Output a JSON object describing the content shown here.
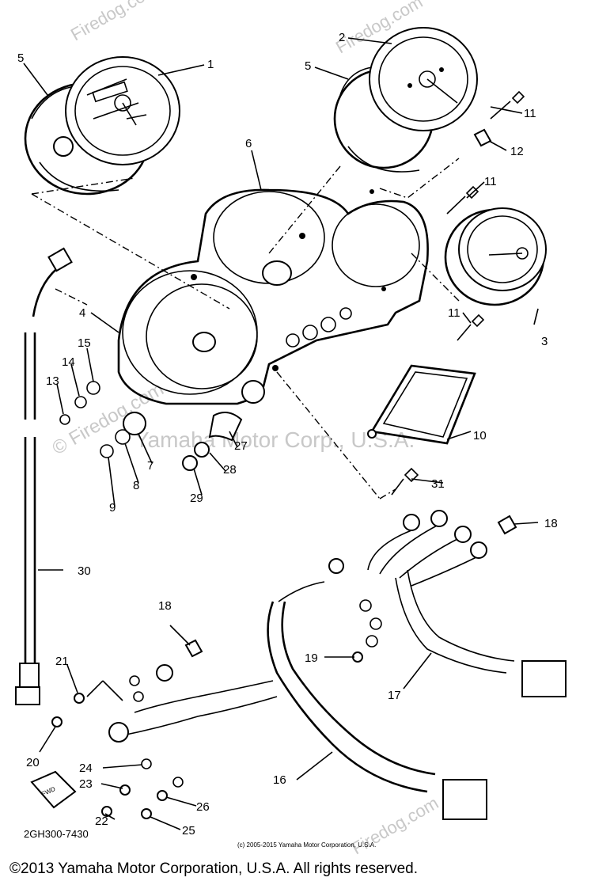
{
  "diagram": {
    "part_numbers": [
      "1",
      "2",
      "3",
      "4",
      "5",
      "5",
      "6",
      "7",
      "8",
      "9",
      "10",
      "11",
      "11",
      "11",
      "12",
      "13",
      "14",
      "15",
      "16",
      "17",
      "18",
      "18",
      "19",
      "20",
      "21",
      "22",
      "23",
      "24",
      "25",
      "26",
      "27",
      "28",
      "29",
      "30",
      "31"
    ],
    "fwd_label": "FWD",
    "diagram_code": "2GH300-7430",
    "small_copyright": "(c) 2005-2015 Yamaha Motor Corporation, U.S.A.",
    "footer_copyright": "©2013 Yamaha Motor Corporation, U.S.A. All rights reserved."
  },
  "watermarks": {
    "firedog": "© Firedog.com",
    "firedog_short": "Firedog.com",
    "yamaha": "Yamaha Motor Corp., U.S.A."
  }
}
